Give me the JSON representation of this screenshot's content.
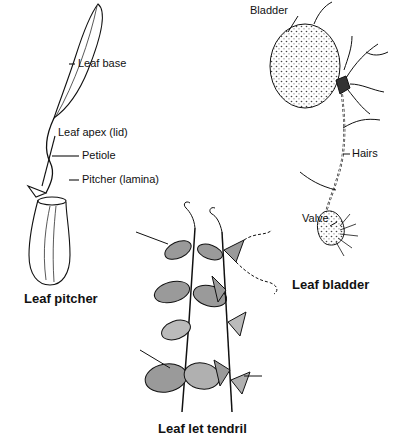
{
  "diagram": {
    "labels": [
      "Leaf base",
      "Leaf apex (lid)",
      "Petiole",
      "Pitcher (lamina)",
      "Bladder",
      "Hairs",
      "Valve",
      "Leaf pitcher",
      "Leaf bladder",
      "Leaf let tendril"
    ]
  }
}
